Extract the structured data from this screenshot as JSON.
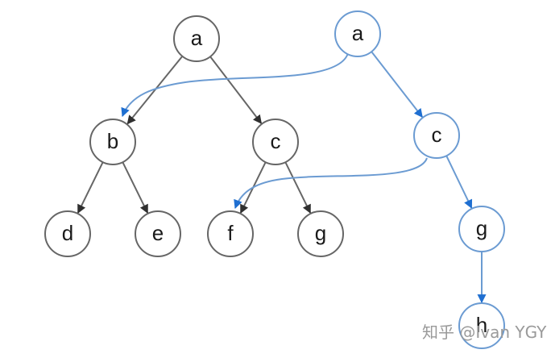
{
  "diagram": {
    "colors": {
      "gray_stroke": "#666666",
      "gray_arrow": "#2f2f2f",
      "blue_stroke": "#6b9bd2",
      "blue_arrow": "#1f6fd1",
      "node_fill": "#ffffff",
      "text": "#1a1a1a",
      "watermark": "#9a9a9a"
    },
    "left_tree": {
      "nodes": [
        {
          "id": "a",
          "label": "a"
        },
        {
          "id": "b",
          "label": "b"
        },
        {
          "id": "c",
          "label": "c"
        },
        {
          "id": "d",
          "label": "d"
        },
        {
          "id": "e",
          "label": "e"
        },
        {
          "id": "f",
          "label": "f"
        },
        {
          "id": "g",
          "label": "g"
        }
      ],
      "edges": [
        {
          "from": "a",
          "to": "b"
        },
        {
          "from": "a",
          "to": "c"
        },
        {
          "from": "b",
          "to": "d"
        },
        {
          "from": "b",
          "to": "e"
        },
        {
          "from": "c",
          "to": "f"
        },
        {
          "from": "c",
          "to": "g"
        }
      ]
    },
    "right_tree": {
      "nodes": [
        {
          "id": "a2",
          "label": "a"
        },
        {
          "id": "c2",
          "label": "c"
        },
        {
          "id": "g2",
          "label": "g"
        },
        {
          "id": "h2",
          "label": "h"
        }
      ],
      "edges": [
        {
          "from": "a2",
          "to": "c2"
        },
        {
          "from": "c2",
          "to": "g2"
        },
        {
          "from": "g2",
          "to": "h2"
        }
      ],
      "shared_links": [
        {
          "from": "a2",
          "to": "b"
        },
        {
          "from": "c2",
          "to": "f"
        }
      ]
    },
    "watermark": "知乎 @Ivan YGY"
  }
}
